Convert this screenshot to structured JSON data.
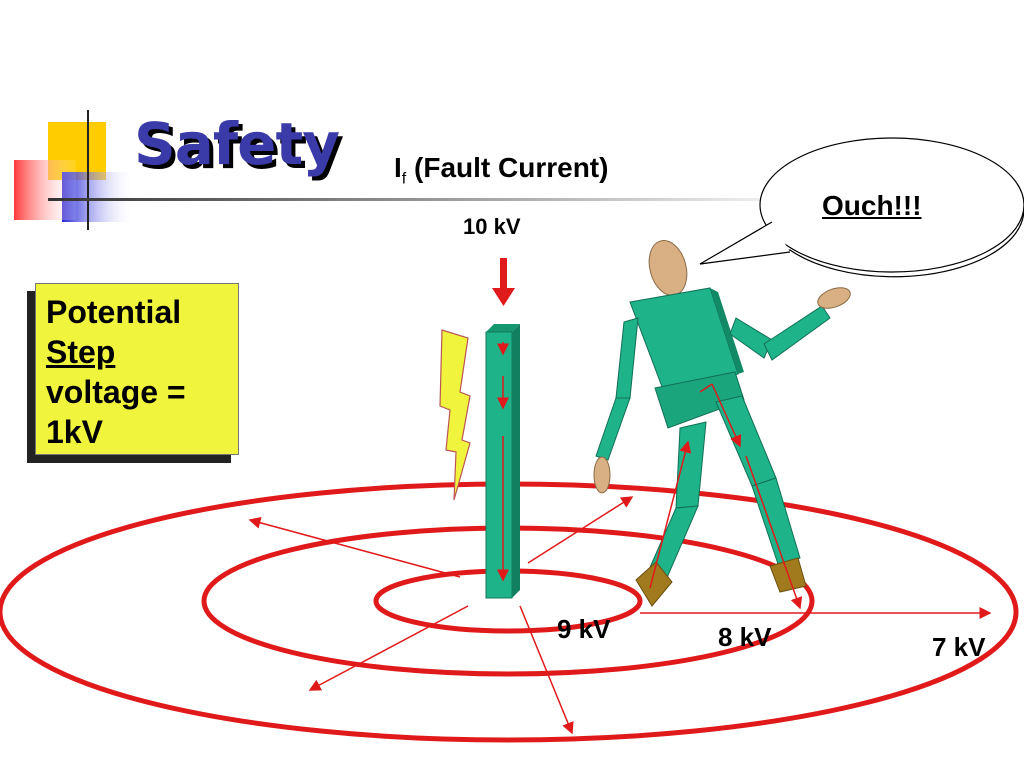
{
  "title": "Safety",
  "fault_current": {
    "symbol": "I",
    "subscript": "f",
    "text": "(Fault Current)"
  },
  "source_voltage": "10 kV",
  "step_box": {
    "line1": "Potential",
    "line2": "Step",
    "line3": "voltage =",
    "line4": "1kV"
  },
  "speech": "Ouch!!!",
  "rings": [
    "9 kV",
    "8 kV",
    "7 kV"
  ],
  "colors": {
    "ring_red": "#e01a1a",
    "rod_green": "#1fb38a",
    "note_yellow": "#f0f43c",
    "title_blue": "#3a3aa8"
  }
}
